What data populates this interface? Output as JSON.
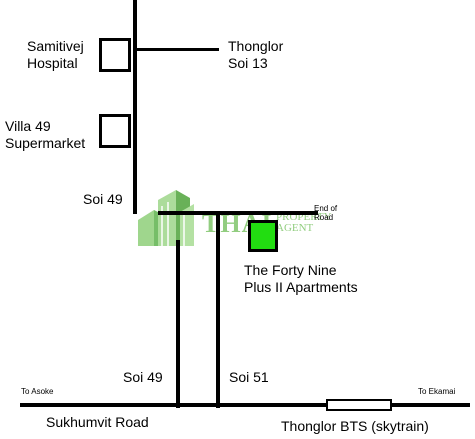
{
  "colors": {
    "road": "#000000",
    "destination": "#22dd11",
    "watermark_green": "#3aa335",
    "background": "#ffffff"
  },
  "labels": {
    "samitivej": [
      "Samitivej",
      "Hospital"
    ],
    "thonglor_soi13": [
      "Thonglor",
      "Soi 13"
    ],
    "villa49": [
      "Villa 49",
      "Supermarket"
    ],
    "soi49_upper": "Soi 49",
    "end_of_road": [
      "End of",
      "Road"
    ],
    "forty_nine": [
      "The Forty Nine",
      "Plus II Apartments"
    ],
    "soi49_lower": "Soi 49",
    "soi51": "Soi 51",
    "to_asoke": "To Asoke",
    "to_ekamai": "To Ekamai",
    "sukhumvit": "Sukhumvit Road",
    "thonglor_bts": "Thonglor BTS (skytrain)"
  },
  "watermark": {
    "brand": "THAI",
    "line1": "PROPERTY",
    "line2": "AGENT",
    "icon": "green-buildings-icon"
  }
}
